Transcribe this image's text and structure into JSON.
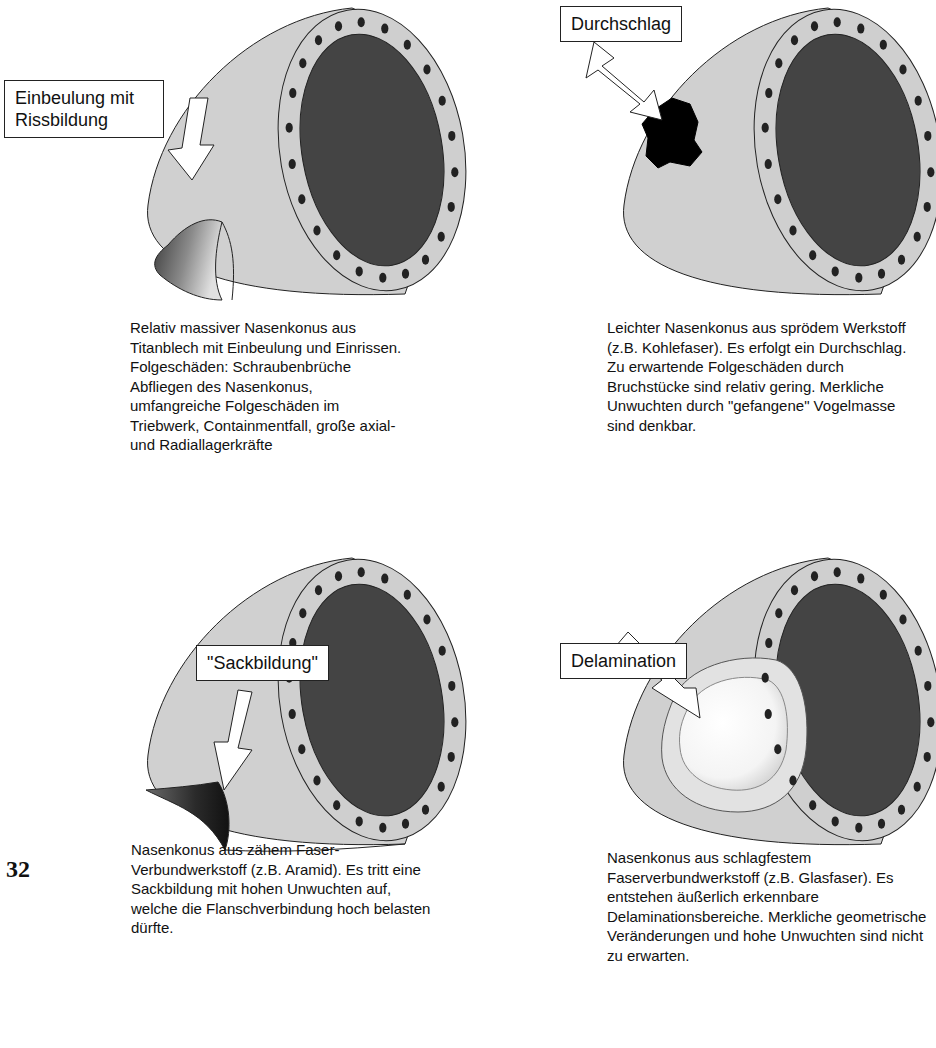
{
  "diagram": {
    "nodes": [
      {
        "text": [
          "Einbeulung mit Rissbildung"
        ]
      },
      {
        "text": [
          "Durchschlag"
        ]
      },
      {
        "text": [
          "\"Sackbildung\""
        ]
      },
      {
        "text": [
          "Delamination"
        ]
      }
    ],
    "edges": [],
    "labels": [
      "Relativ massiver Nasenkonus aus Titanblech mit Einbeulung und Einrissen. Folgeschäden: Schraubenbrüche Abfliegen des Nasenkonus, umfangreiche Folgeschäden im Triebwerk, Containmentfall, große axial- und Radiallagerkräfte",
      "Leichter Nasenkonus aus sprödem Werkstoff (z.B. Kohlefaser). Es erfolgt ein Durchschlag. Zu erwartende Folgeschäden durch Bruchstücke sind relativ gering. Merkliche Unwuchten durch \"gefangene\" Vogelmasse sind denkbar.",
      "Nasenkonus aus zähem Faser-Verbundwerkstoff (z.B. Aramid). Es tritt eine Sackbildung mit hohen Unwuchten auf, welche die Flanschverbindung hoch belasten dürfte.",
      "Nasenkonus aus schlagfestem Faserverbundwerkstoff (z.B. Glasfaser). Es entstehen äußerlich erkennbare Delaminationsbereiche. Merkliche geometrische Veränderungen und hohe Unwuchten sind nicht zu erwarten.",
      "32"
    ]
  }
}
